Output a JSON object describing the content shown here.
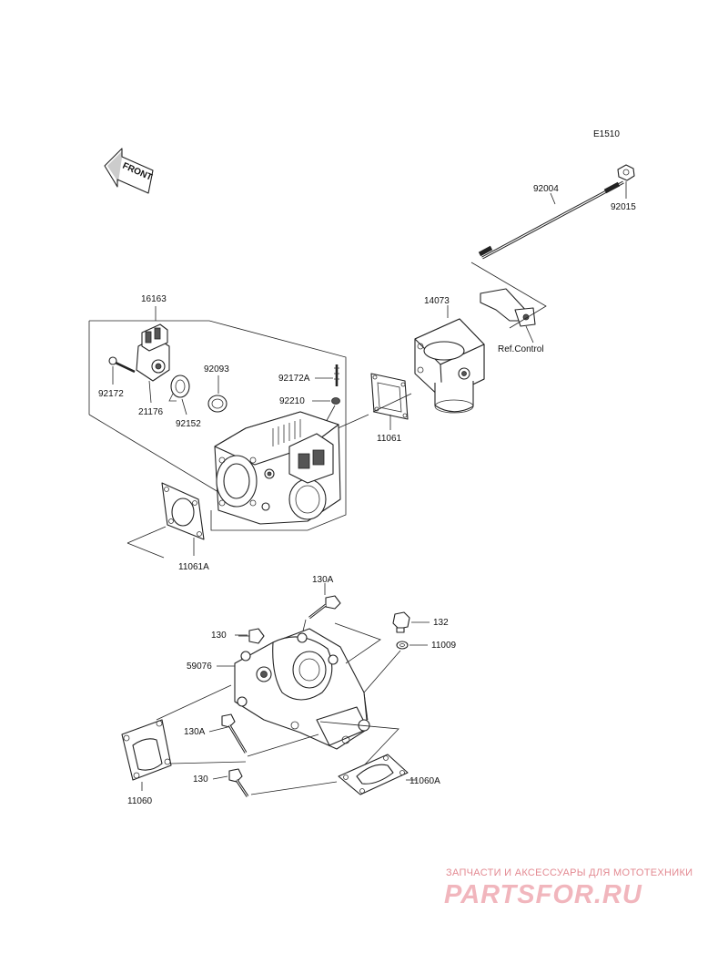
{
  "diagram_code": "E1510",
  "front_label": "FRONT",
  "parts": {
    "p92004": "92004",
    "p92015": "92015",
    "p14073": "14073",
    "ref_control": "Ref.Control",
    "p16163": "16163",
    "p92172": "92172",
    "p21176": "21176",
    "p92152": "92152",
    "p92093": "92093",
    "p92172A": "92172A",
    "p92210": "92210",
    "p11061": "11061",
    "p11061A": "11061A",
    "p130A_top": "130A",
    "p132": "132",
    "p130_top": "130",
    "p11009": "11009",
    "p59076": "59076",
    "p130A_bottom": "130A",
    "p130_bottom": "130",
    "p11060A": "11060A",
    "p11060": "11060"
  },
  "watermark": {
    "tagline": "ЗАПЧАСТИ И АКСЕССУАРЫ ДЛЯ МОТОТЕХНИКИ",
    "logo": "PARTSFOR.RU"
  }
}
